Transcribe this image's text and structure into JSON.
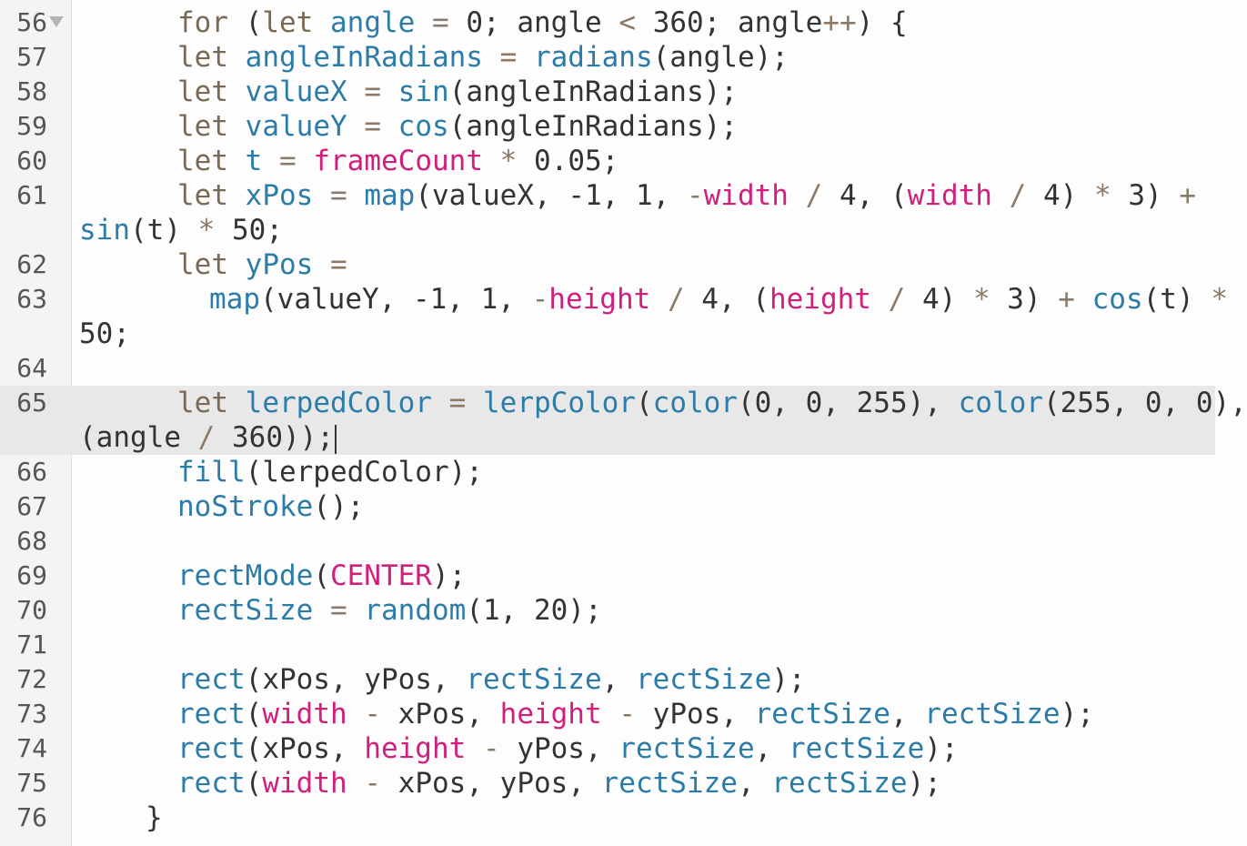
{
  "fold_marker": "chevron-down-icon",
  "lines": [
    {
      "n": "56",
      "text": "    for (let angle = 0; angle < 360; angle++) {"
    },
    {
      "n": "57",
      "text": "    let angleInRadians = radians(angle);"
    },
    {
      "n": "58",
      "text": "    let valueX = sin(angleInRadians);"
    },
    {
      "n": "59",
      "text": "    let valueY = cos(angleInRadians);"
    },
    {
      "n": "60",
      "text": "    let t = frameCount * 0.05;"
    },
    {
      "n": "61",
      "text": "    let xPos = map(valueX, -1, 1, -width / 4, (width / 4) * 3) +",
      "wrap": "sin(t) * 50;"
    },
    {
      "n": "62",
      "text": "    let yPos ="
    },
    {
      "n": "63",
      "text": "      map(valueY, -1, 1, -height / 4, (height / 4) * 3) + cos(t) *",
      "wrap": "50;"
    },
    {
      "n": "64",
      "text": ""
    },
    {
      "n": "65",
      "text": "    let lerpedColor = lerpColor(color(0, 0, 255), color(255, 0, 0),",
      "wrap": "(angle / 360));"
    },
    {
      "n": "66",
      "text": "    fill(lerpedColor);"
    },
    {
      "n": "67",
      "text": "    noStroke();"
    },
    {
      "n": "68",
      "text": ""
    },
    {
      "n": "69",
      "text": "    rectMode(CENTER);"
    },
    {
      "n": "70",
      "text": "    rectSize = random(1, 20);"
    },
    {
      "n": "71",
      "text": ""
    },
    {
      "n": "72",
      "text": "    rect(xPos, yPos, rectSize, rectSize);"
    },
    {
      "n": "73",
      "text": "    rect(width - xPos, height - yPos, rectSize, rectSize);"
    },
    {
      "n": "74",
      "text": "    rect(xPos, height - yPos, rectSize, rectSize);"
    },
    {
      "n": "75",
      "text": "    rect(width - xPos, yPos, rectSize, rectSize);"
    },
    {
      "n": "76",
      "text": "  }"
    }
  ]
}
